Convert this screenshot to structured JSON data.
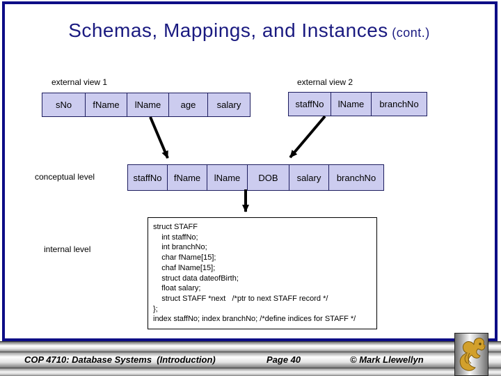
{
  "title": {
    "main": "Schemas, Mappings, and Instances",
    "suffix": " (cont.)"
  },
  "labels": {
    "external_view_1": "external view 1",
    "external_view_2": "external view 2",
    "conceptual_level": "conceptual level",
    "internal_level": "internal level"
  },
  "tables": {
    "external_view_1": {
      "columns": [
        "sNo",
        "fName",
        "lName",
        "age",
        "salary"
      ]
    },
    "external_view_2": {
      "columns": [
        "staffNo",
        "lName",
        "branchNo"
      ]
    },
    "conceptual": {
      "columns": [
        "staffNo",
        "fName",
        "lName",
        "DOB",
        "salary",
        "branchNo"
      ]
    }
  },
  "code_box": {
    "lines": [
      "struct STAFF",
      "    int staffNo;",
      "    int branchNo;",
      "    char fName[15];",
      "    chaf lName[15];",
      "    struct data dateofBirth;",
      "    float salary;",
      "    struct STAFF *next   /*ptr to next STAFF record */",
      "};",
      "index staffNo; index branchNo; /*define indices for STAFF */"
    ]
  },
  "footer": {
    "course": "COP 4710: Database Systems  (Introduction)",
    "page": "Page 40",
    "copyright": "© Mark Llewellyn"
  },
  "icons": {
    "logo": "ucf-pegasus-logo"
  },
  "colors": {
    "accent_navy": "#0d0d86",
    "title_navy": "#1a1a80",
    "cell_fill": "#ccccef",
    "cell_border": "#1c1c5e",
    "arrow": "#000000",
    "logo_gold": "#d2a02c"
  }
}
